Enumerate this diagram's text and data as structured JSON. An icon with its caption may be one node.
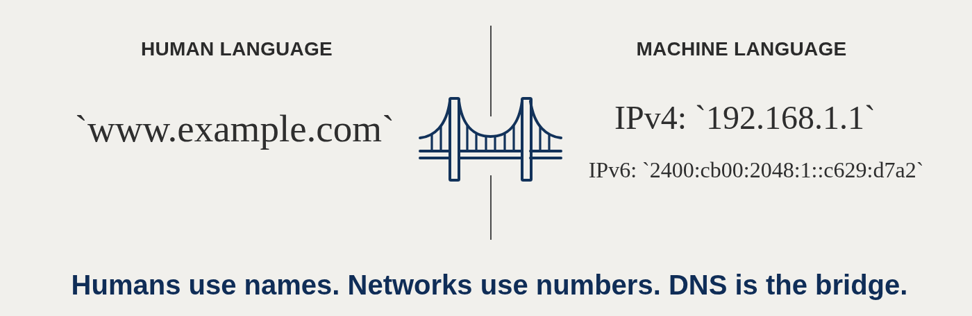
{
  "diagram": {
    "caption": "Humans use names. Networks use numbers. DNS is the bridge.",
    "labels": [
      "HUMAN LANGUAGE",
      "MACHINE LANGUAGE",
      "`www.example.com`",
      "IPv4: `192.168.1.1`",
      "IPv6: `2400:cb00:2048:1::c629:d7a2`"
    ]
  }
}
